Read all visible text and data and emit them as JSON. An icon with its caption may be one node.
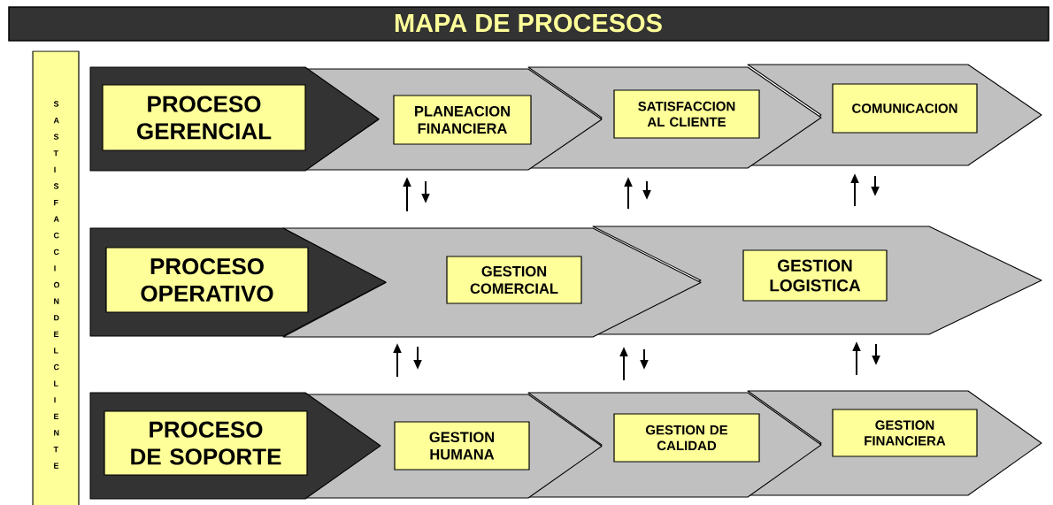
{
  "diagram": {
    "title": "MAPA DE PROCESOS",
    "nodes": [
      {
        "text": [
          "SASTISFACCION DEL CLIENTE"
        ]
      },
      {
        "text": [],
        "shape": "chevron"
      },
      {
        "text": [
          "PROCESO GERENCIAL"
        ],
        "in": 1
      },
      {
        "text": [],
        "shape": "chevron"
      },
      {
        "text": [
          "PLANEACION FINANCIERA"
        ],
        "in": 3
      },
      {
        "text": [],
        "shape": "chevron"
      },
      {
        "text": [
          "SATISFACCION AL CLIENTE"
        ],
        "in": 5
      },
      {
        "text": [],
        "shape": "chevron"
      },
      {
        "text": [
          "COMUNICACION"
        ],
        "in": 7
      },
      {
        "text": [],
        "shape": "chevron"
      },
      {
        "text": [
          "PROCESO OPERATIVO"
        ],
        "in": 9
      },
      {
        "text": [],
        "shape": "chevron"
      },
      {
        "text": [
          "GESTION COMERCIAL"
        ],
        "in": 11
      },
      {
        "text": [],
        "shape": "chevron"
      },
      {
        "text": [
          "GESTION LOGISTICA"
        ],
        "in": 13
      },
      {
        "text": [],
        "shape": "chevron"
      },
      {
        "text": [
          "PROCESO DE SOPORTE"
        ],
        "in": 15
      },
      {
        "text": [],
        "shape": "chevron"
      },
      {
        "text": [
          "GESTION HUMANA"
        ],
        "in": 17
      },
      {
        "text": [],
        "shape": "chevron"
      },
      {
        "text": [
          "GESTION DE CALIDAD"
        ],
        "in": 19
      },
      {
        "text": [],
        "shape": "chevron"
      },
      {
        "text": [
          "GESTION FINANCIERA"
        ],
        "in": 21
      }
    ]
  }
}
